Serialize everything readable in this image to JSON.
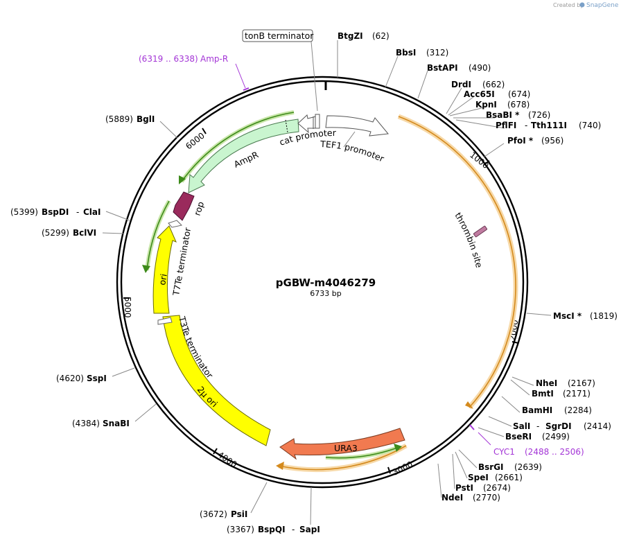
{
  "credit": {
    "created_by": "Created by",
    "app": "SnapGene"
  },
  "plasmid": {
    "name": "pGBW-m4046279",
    "length": "6733 bp"
  },
  "ticks": [
    "1000",
    "2000",
    "3000",
    "4000",
    "5000",
    "6000"
  ],
  "features": {
    "tef1": "TEF1 promoter",
    "cat": "cat promoter",
    "ampr": "AmpR",
    "rop": "rop",
    "t7te": "T7Te terminator",
    "ori": "ori",
    "t3te": "T3Te terminator",
    "two_micron": "2µ ori",
    "ura3": "URA3",
    "thrombin": "thrombin site",
    "tonb": "tonB terminator"
  },
  "primers": {
    "ampr": {
      "range": "(6319 .. 6338)",
      "name": "Amp-R"
    },
    "cyc1": {
      "name": "CYC1",
      "range": "(2488 .. 2506)"
    }
  },
  "sites": {
    "btgzi": {
      "name": "BtgZI",
      "pos": "(62)"
    },
    "bbsi": {
      "name": "BbsI",
      "pos": "(312)"
    },
    "bstapi": {
      "name": "BstAPI",
      "pos": "(490)"
    },
    "drdi": {
      "name": "DrdI",
      "pos": "(662)"
    },
    "acc65i": {
      "name": "Acc65I",
      "pos": "(674)"
    },
    "kpni": {
      "name": "KpnI",
      "pos": "(678)"
    },
    "bsabi": {
      "name": "BsaBI *",
      "pos": "(726)"
    },
    "pflfi": {
      "name": "PflFI",
      "sep": "-",
      "name2": "Tth111I",
      "pos": "(740)"
    },
    "pfoi": {
      "name": "PfoI *",
      "pos": "(956)"
    },
    "msci": {
      "name": "MscI *",
      "pos": "(1819)"
    },
    "nhei": {
      "name": "NheI",
      "pos": "(2167)"
    },
    "bmti": {
      "name": "BmtI",
      "pos": "(2171)"
    },
    "bamhi": {
      "name": "BamHI",
      "pos": "(2284)"
    },
    "sali": {
      "name": "SalI",
      "sep": "-",
      "name2": "SgrDI",
      "pos": "(2414)"
    },
    "bseri": {
      "name": "BseRI",
      "pos": "(2499)"
    },
    "bsrgi": {
      "name": "BsrGI",
      "pos": "(2639)"
    },
    "spei": {
      "name": "SpeI",
      "pos": "(2661)"
    },
    "psti": {
      "name": "PstI",
      "pos": "(2674)"
    },
    "ndei": {
      "name": "NdeI",
      "pos": "(2770)"
    },
    "bspqi": {
      "pos": "(3367)",
      "name": "BspQI",
      "sep": "-",
      "name2": "SapI"
    },
    "psii": {
      "pos": "(3672)",
      "name": "PsiI"
    },
    "snabi": {
      "pos": "(4384)",
      "name": "SnaBI"
    },
    "sspi": {
      "pos": "(4620)",
      "name": "SspI"
    },
    "bclvi": {
      "pos": "(5299)",
      "name": "BclVI"
    },
    "bspdi": {
      "pos": "(5399)",
      "name": "BspDI",
      "sep": "-",
      "name2": "ClaI"
    },
    "bgli": {
      "pos": "(5889)",
      "name": "BglI"
    }
  }
}
